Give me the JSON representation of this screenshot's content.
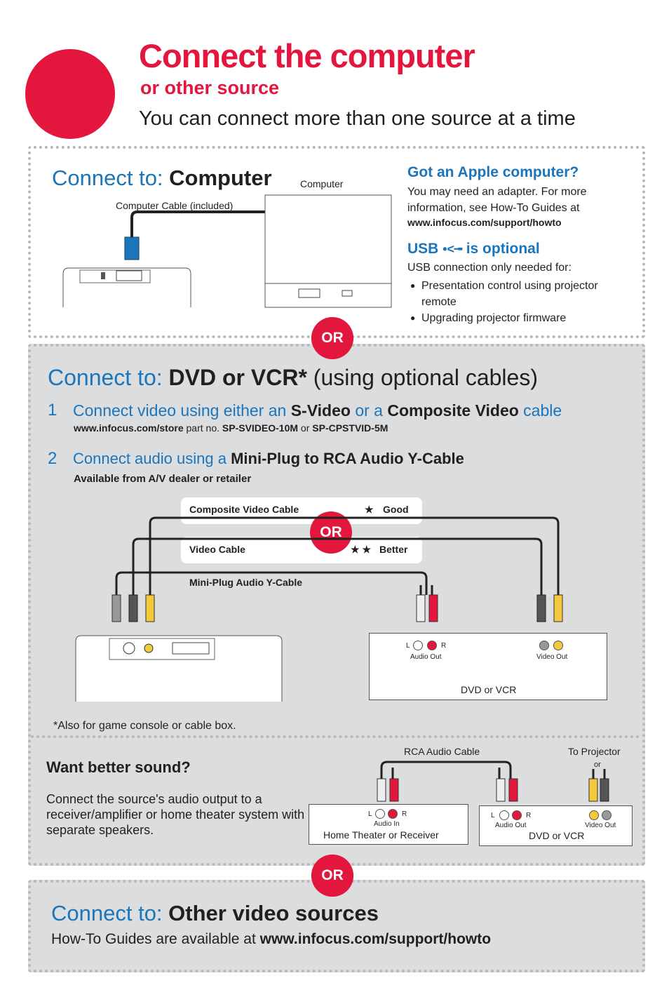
{
  "header": {
    "title": "Connect the computer",
    "subtitle": "or other source",
    "tagline": "You can connect more than one source at a time"
  },
  "computer": {
    "heading_prefix": "Connect to:",
    "heading_bold": "Computer",
    "computer_label": "Computer",
    "cable_label": "Computer Cable (included)",
    "apple_heading": "Got an Apple computer?",
    "apple_text": "You may need an adapter. For more information, see How-To Guides at",
    "apple_url": "www.infocus.com/support/howto",
    "usb_heading_a": "USB",
    "usb_heading_b": "is optional",
    "usb_intro": "USB connection only needed for:",
    "usb_items": [
      "Presentation control using projector remote",
      "Upgrading projector firmware"
    ]
  },
  "or_label": "OR",
  "dvd": {
    "heading_prefix": "Connect to:",
    "heading_bold": "DVD or VCR*",
    "heading_suffix": "(using optional cables)",
    "step1_num": "1",
    "step1_a": "Connect video using either an",
    "step1_b": "S-Video",
    "step1_c": "or a",
    "step1_d": "Composite Video",
    "step1_e": "cable",
    "step1_url": "www.infocus.com/store",
    "step1_part": "part no.",
    "step1_part1": "SP-SVIDEO-10M",
    "step1_or": "or",
    "step1_part2": "SP-CPSTVID-5M",
    "step2_num": "2",
    "step2_a": "Connect audio using a",
    "step2_b": "Mini-Plug to RCA Audio Y-Cable",
    "step2_note": "Available from A/V dealer or retailer",
    "composite_label": "Composite Video Cable",
    "composite_rating_stars": "★",
    "composite_rating": "Good",
    "video_label": "Video Cable",
    "video_rating_stars": "★ ★",
    "video_rating": "Better",
    "audio_cable_label": "Mini-Plug Audio Y-Cable",
    "port_l": "L",
    "port_r": "R",
    "audio_out": "Audio Out",
    "video_out": "Video Out",
    "device_label": "DVD or VCR",
    "footnote": "*Also for game console or cable box."
  },
  "sound": {
    "heading": "Want better sound?",
    "text": "Connect the source's audio output to a receiver/amplifier or home theater system with separate speakers.",
    "rca_label": "RCA Audio Cable",
    "to_projector": "To Projector",
    "or_small": "or",
    "audio_in": "Audio In",
    "receiver_label": "Home Theater or Receiver",
    "audio_out": "Audio Out",
    "video_out": "Video Out",
    "dvd_label": "DVD or VCR",
    "port_l": "L",
    "port_r": "R"
  },
  "other": {
    "heading_prefix": "Connect to:",
    "heading_bold": "Other video sources",
    "text": "How-To Guides are available at",
    "url": "www.infocus.com/support/howto"
  },
  "colors": {
    "accent": "#e3173e",
    "blue": "#1b75bb",
    "panel": "#dcdddf"
  }
}
